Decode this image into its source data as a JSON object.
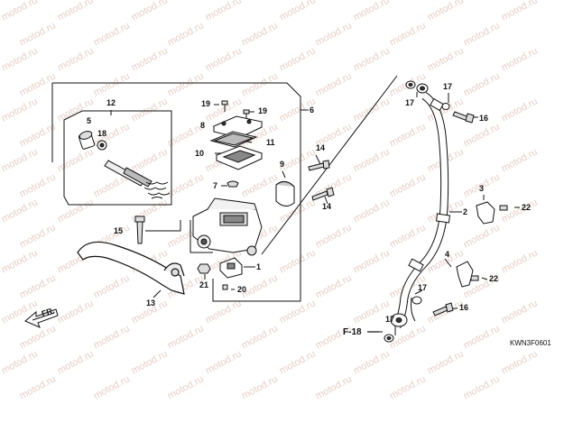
{
  "watermark": "motod.ru",
  "diagram_code": "KWN3F0601",
  "frame_ref": "F-18",
  "direction_label": "FR.",
  "callouts": {
    "c1": "1",
    "c2": "2",
    "c3": "3",
    "c4": "4",
    "c5": "5",
    "c6": "6",
    "c7": "7",
    "c8": "8",
    "c9": "9",
    "c10": "10",
    "c11": "11",
    "c12": "12",
    "c13": "13",
    "c14a": "14",
    "c14b": "14",
    "c15": "15",
    "c16a": "16",
    "c16b": "16",
    "c17a": "17",
    "c17b": "17",
    "c17c": "17",
    "c17d": "17",
    "c18": "18",
    "c19a": "19",
    "c19b": "19",
    "c20": "20",
    "c21": "21",
    "c22a": "22",
    "c22b": "22"
  },
  "icons": {
    "parts": [
      "master-cylinder",
      "reservoir-cap",
      "diaphragm",
      "piston-kit",
      "brake-lever",
      "brake-hose",
      "hose-clamp",
      "bolt",
      "washer",
      "switch",
      "holder",
      "pivot-bolt"
    ]
  }
}
